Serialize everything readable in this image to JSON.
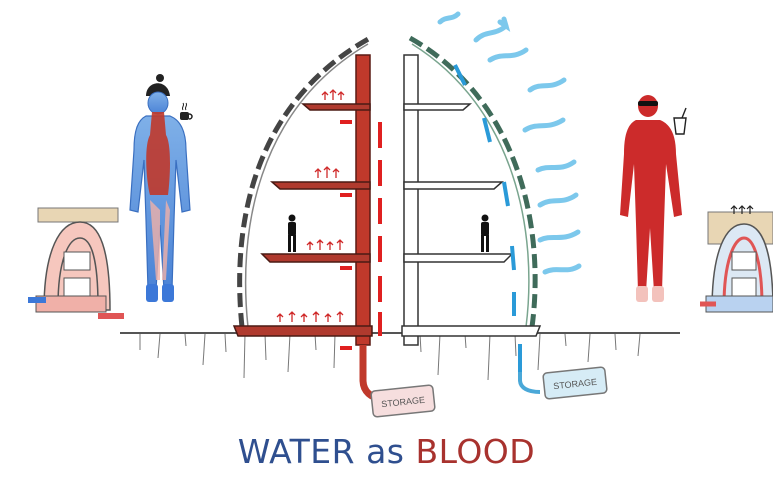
{
  "caption": {
    "word_water": "WATER",
    "word_as": "as",
    "word_blood": "BLOOD"
  },
  "storage_left_label": "STORAGE",
  "storage_right_label": "STORAGE",
  "colors": {
    "water_blue": "#2f4f8f",
    "blood_red": "#a8322e",
    "warm_red": "#d42d2d",
    "cool_blue": "#4aa8d8",
    "ground": "#555555",
    "skin_pink": "#f0b8b0",
    "arch_green": "#3f6b5a"
  },
  "icons": [
    "beanie-hat-icon",
    "hot-cup-icon",
    "sunglasses-icon",
    "cold-drink-icon"
  ]
}
